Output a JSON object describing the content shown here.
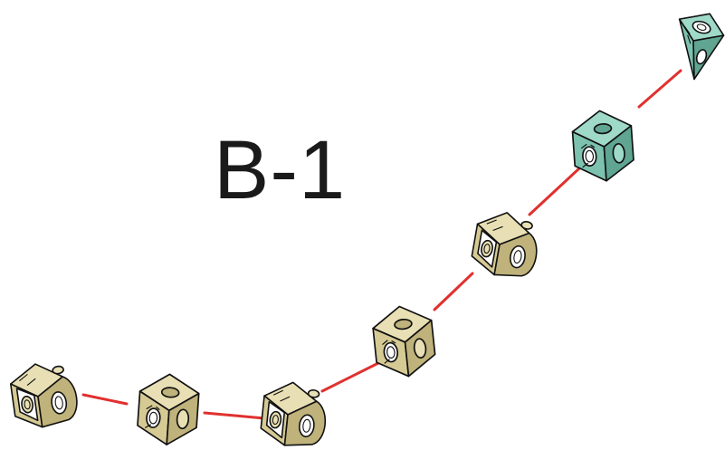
{
  "diagram": {
    "step_label": "B-1",
    "colors": {
      "tan_light": "#e8dfb4",
      "tan_mid": "#d6ca94",
      "tan_dark": "#bfb27a",
      "teal_light": "#9fd9c7",
      "teal_mid": "#7cc2ae",
      "teal_dark": "#5fa592",
      "connector": "#e0312f"
    },
    "pieces": [
      {
        "name": "piece-1-round-block",
        "kind": "round",
        "color": "tan"
      },
      {
        "name": "piece-2-cube-block",
        "kind": "cube",
        "color": "tan"
      },
      {
        "name": "piece-3-round-block",
        "kind": "round",
        "color": "tan"
      },
      {
        "name": "piece-4-cube-block",
        "kind": "cube",
        "color": "tan"
      },
      {
        "name": "piece-5-round-block",
        "kind": "round",
        "color": "tan"
      },
      {
        "name": "piece-6-cube-block",
        "kind": "cube",
        "color": "teal"
      },
      {
        "name": "piece-7-wedge-block",
        "kind": "wedge",
        "color": "teal"
      }
    ]
  }
}
